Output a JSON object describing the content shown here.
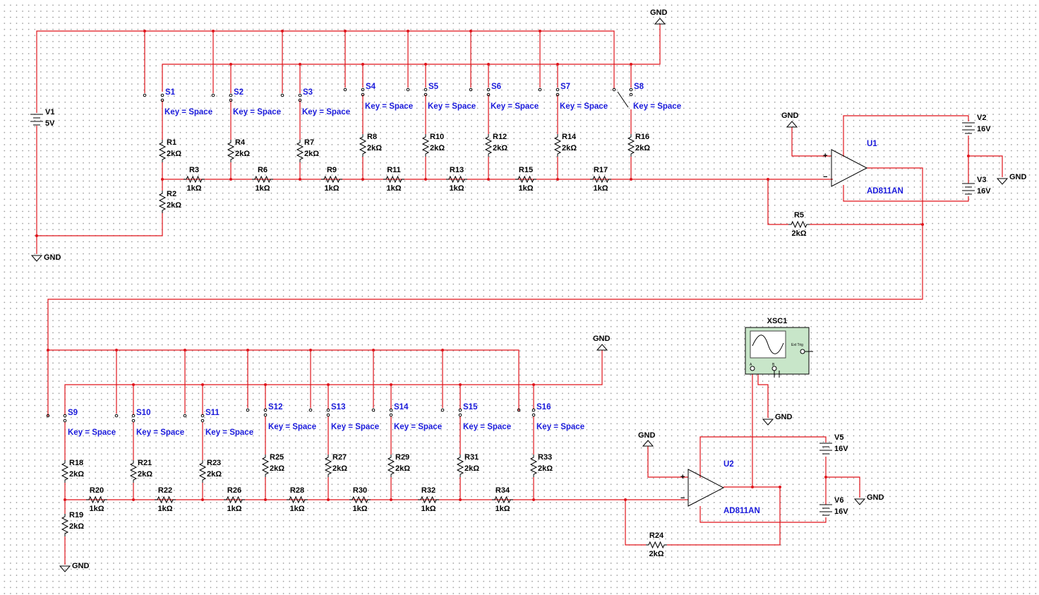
{
  "colors": {
    "wire": "#e0141b",
    "component": "#000000",
    "switch_label": "#1a1adb",
    "scope_body": "#c8e6c9",
    "background": "#ffffff"
  },
  "ground_label": "GND",
  "sources": {
    "V1": {
      "name": "V1",
      "value": "5V"
    },
    "V2": {
      "name": "V2",
      "value": "16V"
    },
    "V3": {
      "name": "V3",
      "value": "16V"
    },
    "V5": {
      "name": "V5",
      "value": "16V"
    },
    "V6": {
      "name": "V6",
      "value": "16V"
    }
  },
  "opamps": {
    "U1": {
      "name": "U1",
      "model": "AD811AN"
    },
    "U2": {
      "name": "U2",
      "model": "AD811AN"
    }
  },
  "scope": {
    "name": "XSC1",
    "ext_trig": "Ext Trig",
    "channel_a": "A",
    "channel_b": "B"
  },
  "switch_key_label": "Key = Space",
  "stage1": {
    "switches": [
      "S1",
      "S2",
      "S3",
      "S4",
      "S5",
      "S6",
      "S7",
      "S8"
    ],
    "leg_resistors": [
      {
        "name": "R1",
        "value": "2kΩ"
      },
      {
        "name": "R4",
        "value": "2kΩ"
      },
      {
        "name": "R7",
        "value": "2kΩ"
      },
      {
        "name": "R8",
        "value": "2kΩ"
      },
      {
        "name": "R10",
        "value": "2kΩ"
      },
      {
        "name": "R12",
        "value": "2kΩ"
      },
      {
        "name": "R14",
        "value": "2kΩ"
      },
      {
        "name": "R16",
        "value": "2kΩ"
      }
    ],
    "ladder_resistors": [
      {
        "name": "R3",
        "value": "1kΩ"
      },
      {
        "name": "R6",
        "value": "1kΩ"
      },
      {
        "name": "R9",
        "value": "1kΩ"
      },
      {
        "name": "R11",
        "value": "1kΩ"
      },
      {
        "name": "R13",
        "value": "1kΩ"
      },
      {
        "name": "R15",
        "value": "1kΩ"
      },
      {
        "name": "R17",
        "value": "1kΩ"
      }
    ],
    "bottom_resistor": {
      "name": "R2",
      "value": "2kΩ"
    },
    "feedback": {
      "name": "R5",
      "value": "2kΩ"
    }
  },
  "stage2": {
    "switches": [
      "S9",
      "S10",
      "S11",
      "S12",
      "S13",
      "S14",
      "S15",
      "S16"
    ],
    "leg_resistors": [
      {
        "name": "R18",
        "value": "2kΩ"
      },
      {
        "name": "R21",
        "value": "2kΩ"
      },
      {
        "name": "R23",
        "value": "2kΩ"
      },
      {
        "name": "R25",
        "value": "2kΩ"
      },
      {
        "name": "R27",
        "value": "2kΩ"
      },
      {
        "name": "R29",
        "value": "2kΩ"
      },
      {
        "name": "R31",
        "value": "2kΩ"
      },
      {
        "name": "R33",
        "value": "2kΩ"
      }
    ],
    "ladder_resistors": [
      {
        "name": "R20",
        "value": "1kΩ"
      },
      {
        "name": "R22",
        "value": "1kΩ"
      },
      {
        "name": "R26",
        "value": "1kΩ"
      },
      {
        "name": "R28",
        "value": "1kΩ"
      },
      {
        "name": "R30",
        "value": "1kΩ"
      },
      {
        "name": "R32",
        "value": "1kΩ"
      },
      {
        "name": "R34",
        "value": "1kΩ"
      }
    ],
    "bottom_resistor": {
      "name": "R19",
      "value": "2kΩ"
    },
    "feedback": {
      "name": "R24",
      "value": "2kΩ"
    }
  }
}
